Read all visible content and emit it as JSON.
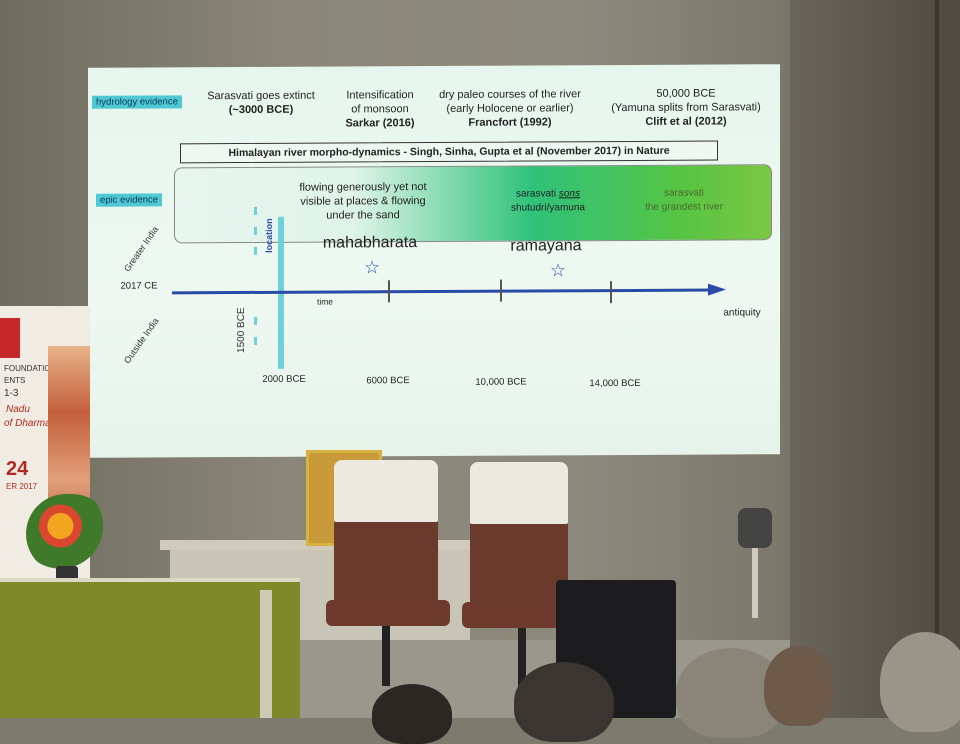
{
  "slide": {
    "tags": {
      "hydrology": "hydrology evidence",
      "epic": "epic evidence"
    },
    "top_notes": [
      {
        "line1": "Sarasvati goes extinct",
        "line2": "(~3000 BCE)",
        "bold2": true
      },
      {
        "line1": "Intensification",
        "line2": "of monsoon",
        "line3": "Sarkar (2016)"
      },
      {
        "line1": "dry paleo courses of the river",
        "line2": "(early Holocene or earlier)",
        "line3": "Francfort (1992)"
      },
      {
        "line1": "50,000 BCE",
        "line2": "(Yamuna splits from Sarasvati)",
        "line3": "Clift et al (2012)"
      }
    ],
    "banner": "Himalayan river morpho-dynamics - Singh, Sinha, Gupta et al (November 2017) in Nature",
    "epic_notes": {
      "mahabharata_desc": [
        "flowing generously yet not",
        "visible at places & flowing",
        "under the sand"
      ],
      "ramayana_desc_1": "sarasvati ",
      "ramayana_desc_sons": "sons",
      "ramayana_desc_2": "shutudri/yamuna",
      "antiquity_desc": [
        "sarasvati",
        "the grandest river"
      ]
    },
    "epics": {
      "mahabharata": "mahabharata",
      "ramayana": "ramayana"
    },
    "axis": {
      "left_label": "2017 CE",
      "time_label": "time",
      "end_label": "antiquity",
      "ticks": [
        "2000 BCE",
        "6000 BCE",
        "10,000 BCE",
        "14,000 BCE"
      ]
    },
    "side_labels": {
      "greater_india": "Greater India",
      "outside_india": "Outside India",
      "location": "location",
      "bce_1500": "1500 BCE"
    },
    "star_glyph": "☆"
  },
  "poster": {
    "lines": [
      "FOUNDATION",
      "ENTS",
      "1-3",
      "Nadu",
      "of Dharma",
      "24",
      "ER 2017"
    ]
  }
}
